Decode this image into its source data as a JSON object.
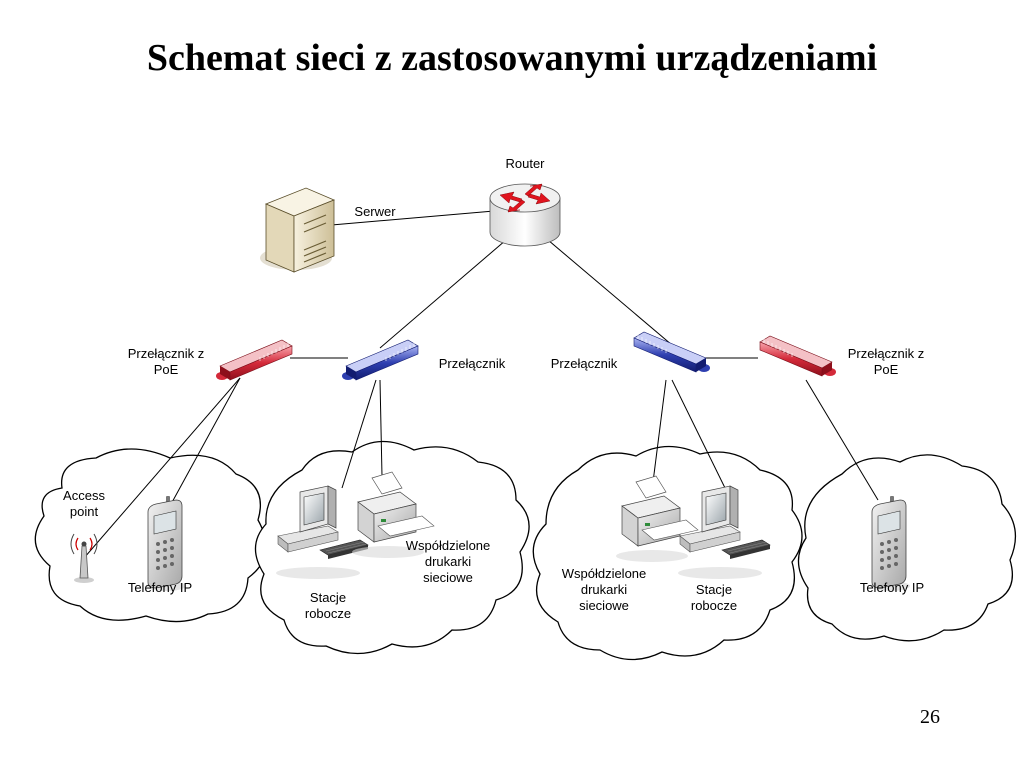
{
  "slide": {
    "title": "Schemat sieci z zastosowanymi urządzeniami",
    "page_number": "26"
  },
  "labels": {
    "router": "Router",
    "server": "Serwer",
    "poe_switch_left": [
      "Przełącznik z",
      "PoE"
    ],
    "switch_left": "Przełącznik",
    "switch_right": "Przełącznik",
    "poe_switch_right": [
      "Przełącznik z",
      "PoE"
    ],
    "access_point": [
      "Access",
      "point"
    ],
    "ip_phones_left": "Telefony IP",
    "ip_phones_right": "Telefony IP",
    "workstations_left": [
      "Stacje",
      "robocze"
    ],
    "printers_left": [
      "Współdzielone",
      "drukarki",
      "sieciowe"
    ],
    "printers_right": [
      "Współdzielone",
      "drukarki",
      "sieciowe"
    ],
    "workstations_right": [
      "Stacje",
      "robocze"
    ]
  },
  "colors": {
    "poe_switch": "#d42a3a",
    "switch": "#2e3fb0",
    "router_arrow": "#e0141e",
    "server_body": "#e9dfc3",
    "line": "#000000"
  }
}
